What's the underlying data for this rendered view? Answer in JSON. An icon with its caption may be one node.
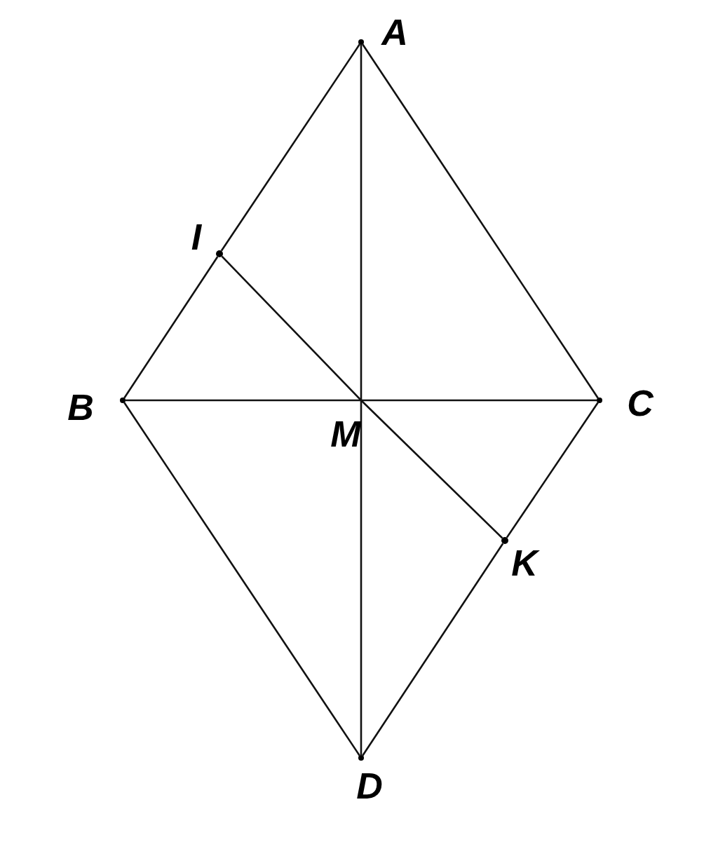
{
  "diagram": {
    "nodes": [
      {
        "text": [
          "A"
        ]
      },
      {
        "text": [
          "I"
        ]
      },
      {
        "text": [
          "B"
        ]
      },
      {
        "text": [
          "M"
        ]
      },
      {
        "text": [
          "C"
        ]
      },
      {
        "text": [
          "K"
        ]
      },
      {
        "text": [
          "D"
        ]
      }
    ],
    "edges": [
      {
        "from": 0,
        "to": 1,
        "arrow": "none"
      },
      {
        "from": 1,
        "to": 2,
        "arrow": "none"
      },
      {
        "from": 0,
        "to": 4,
        "arrow": "none"
      },
      {
        "from": 2,
        "to": 6,
        "arrow": "none"
      },
      {
        "from": 4,
        "to": 5,
        "arrow": "none"
      },
      {
        "from": 5,
        "to": 6,
        "arrow": "none"
      },
      {
        "from": 0,
        "to": 3,
        "arrow": "none"
      },
      {
        "from": 3,
        "to": 6,
        "arrow": "none"
      },
      {
        "from": 2,
        "to": 3,
        "arrow": "none"
      },
      {
        "from": 3,
        "to": 4,
        "arrow": "none"
      },
      {
        "from": 1,
        "to": 3,
        "arrow": "none"
      },
      {
        "from": 3,
        "to": 5,
        "arrow": "none"
      }
    ]
  }
}
